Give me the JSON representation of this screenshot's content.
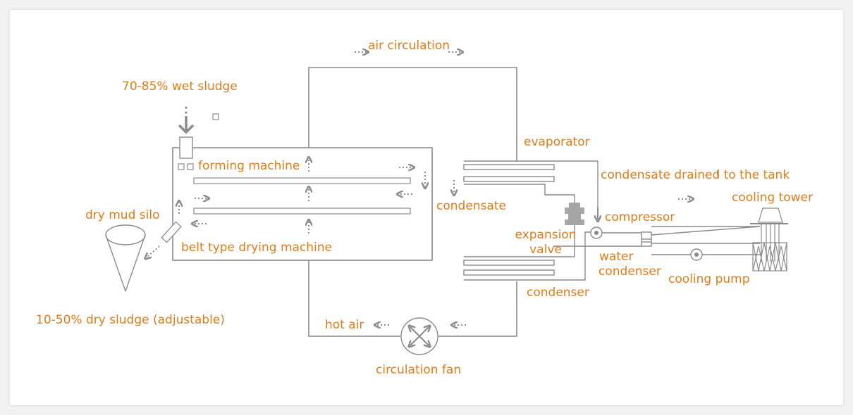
{
  "labels": {
    "air_circulation": "air circulation",
    "wet_sludge": "70-85% wet sludge",
    "forming_machine": "forming machine",
    "dry_mud_silo": "dry mud silo",
    "belt_drying_machine": "belt type drying machine",
    "dry_sludge": "10-50% dry sludge (adjustable)",
    "evaporator": "evaporator",
    "condensate_drained": "condensate drained to the tank",
    "condensate": "condensate",
    "cooling_tower": "cooling tower",
    "compressor": "compressor",
    "expansion_valve_1": "expansion",
    "expansion_valve_2": "valve",
    "water_condenser_1": "water",
    "water_condenser_2": "condenser",
    "cooling_pump": "cooling pump",
    "condenser": "condenser",
    "hot_air": "hot air",
    "circulation_fan": "circulation fan"
  },
  "colors": {
    "text": "#e07b1a",
    "line": "#8a8a8a",
    "arrow": "#8c8c8c"
  }
}
